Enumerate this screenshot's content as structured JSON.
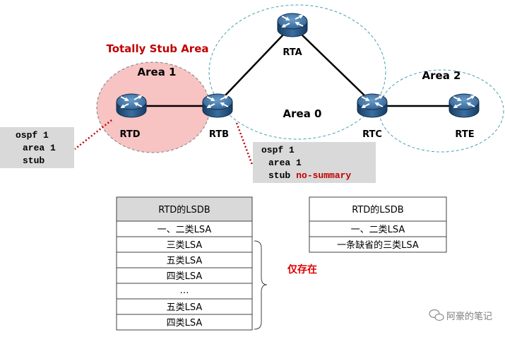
{
  "title": "Totally Stub Area",
  "areas": {
    "area1": "Area 1",
    "area0": "Area 0",
    "area2": "Area 2"
  },
  "routers": {
    "rta": "RTA",
    "rtb": "RTB",
    "rtc": "RTC",
    "rtd": "RTD",
    "rte": "RTE"
  },
  "config_left": {
    "line1": "ospf 1",
    "line2": "area 1",
    "line3": "stub"
  },
  "config_right": {
    "line1": "ospf 1",
    "line2": "area 1",
    "line3_cmd": "stub",
    "line3_opt": "no-summary"
  },
  "lsdb_left": {
    "header": "RTD的LSDB",
    "rows": [
      "一、二类LSA",
      "三类LSA",
      "五类LSA",
      "四类LSA",
      "…",
      "五类LSA",
      "四类LSA"
    ]
  },
  "brace_label": "仅存在",
  "lsdb_right": {
    "header": "RTD的LSDB",
    "rows": [
      "一、二类LSA",
      "一条缺省的三类LSA"
    ]
  },
  "watermark": "阿豪的笔记",
  "colors": {
    "area1_fill": "#f7c3c3",
    "area_border_teal": "#4a9fae",
    "title_red": "#c00000",
    "config_bg": "#d9d9d9",
    "header_bg": "#d9d9d9",
    "router_blue": "#2f6396",
    "link_dotted_red": "#c00000"
  }
}
